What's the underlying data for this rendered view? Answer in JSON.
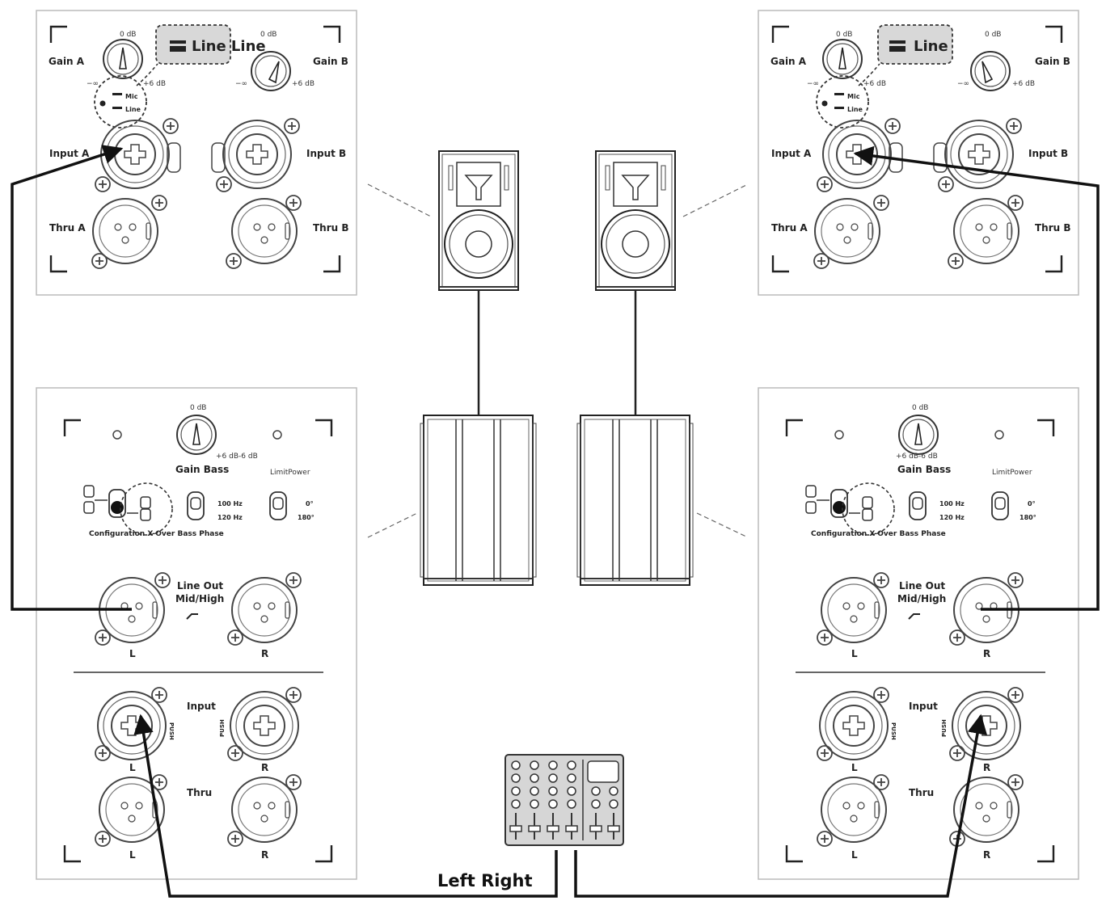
{
  "top_panels": [
    {
      "gain_a": "Gain A",
      "gain_b": "Gain B",
      "db_0_a": "0 dB",
      "db_0_b": "0 dB",
      "minus_inf_a": "−∞",
      "minus_inf_b": "−∞",
      "plus6_a": "+6 dB",
      "plus6_b": "+6 dB",
      "switch_display": "Line Line",
      "mic": "Mic",
      "line": "Line",
      "input_a": "Input A",
      "input_b": "Input B",
      "thru_a": "Thru A",
      "thru_b": "Thru B"
    },
    {
      "gain_a": "Gain A",
      "gain_b": "Gain B",
      "db_0_a": "0 dB",
      "db_0_b": "0 dB",
      "minus_inf_a": "−∞",
      "minus_inf_b": "−∞",
      "plus6_a": "+6 dB",
      "plus6_b": "+6 dB",
      "switch_display": "Line",
      "mic": "Mic",
      "line": "Line",
      "input_a": "Input A",
      "input_b": "Input B",
      "thru_a": "Thru A",
      "thru_b": "Thru B"
    }
  ],
  "bottom_panels": [
    {
      "db_0": "0 dB",
      "gain_range": "+6 dB-6 dB",
      "gain_bass": "Gain Bass",
      "limit_power": "LimitPower",
      "hz_100": "100 Hz",
      "hz_120": "120 Hz",
      "deg_0": "0°",
      "deg_180": "180°",
      "config_label": "Configuration X-Over Bass Phase",
      "line_out": "Line Out",
      "mid_high": "Mid/High",
      "l1": "L",
      "r1": "R",
      "input": "Input",
      "l2": "L",
      "r2": "R",
      "thru": "Thru",
      "l3": "L",
      "r3": "R",
      "push_left": "PUSH",
      "push_right": "PUSH"
    },
    {
      "db_0": "0 dB",
      "gain_range": "+6 dB-6 dB",
      "gain_bass": "Gain Bass",
      "limit_power": "LimitPower",
      "hz_100": "100 Hz",
      "hz_120": "120 Hz",
      "deg_0": "0°",
      "deg_180": "180°",
      "config_label": "Configuration X-Over Bass Phase",
      "line_out": "Line Out",
      "mid_high": "Mid/High",
      "l1": "L",
      "r1": "R",
      "input": "Input",
      "l2": "L",
      "r2": "R",
      "thru": "Thru",
      "l3": "L",
      "r3": "R",
      "push_left": "PUSH",
      "push_right": "PUSH"
    }
  ],
  "mixer_label": "Left Right"
}
